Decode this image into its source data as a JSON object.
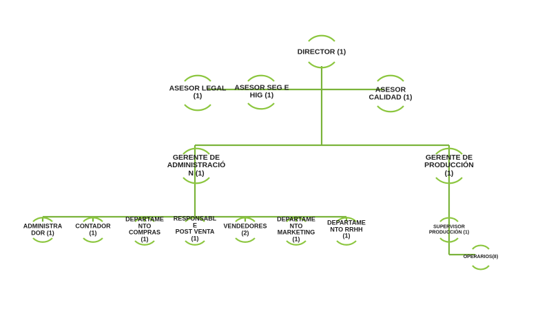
{
  "accent_color": "#8cc63f",
  "line_color": "#7ab33a",
  "nodes": {
    "director": "DIRECTOR (1)",
    "asesor_legal": "ASESOR LEGAL\n(1)",
    "asesor_seg": "ASESOR SEG E\nHIG (1)",
    "asesor_calidad": "ASESOR\nCALIDAD (1)",
    "gerente_admin": "GERENTE DE\nADMINISTRACIÓ\nN (1)",
    "gerente_prod": "GERENTE DE\nPRODUCCIÓN\n(1)",
    "administrador": "ADMINISTRA\nDOR (1)",
    "contador": "CONTADOR\n(1)",
    "dep_compras": "DEPARTAME\nNTO\nCOMPRAS\n(1)",
    "resp_postventa": "RESPONSABL\nE\nPOST VENTA\n(1)",
    "vendedores": "VENDEDORES\n(2)",
    "dep_marketing": "DEPARTAME\nNTO\nMARKETING\n(1)",
    "dep_rrhh": "DEPARTAME\nNTO RRHH\n(1)",
    "supervisor": "SUPERVISOR\nPRODUCCIÓN (1)",
    "operarios": "OPERARIOS(8)"
  }
}
